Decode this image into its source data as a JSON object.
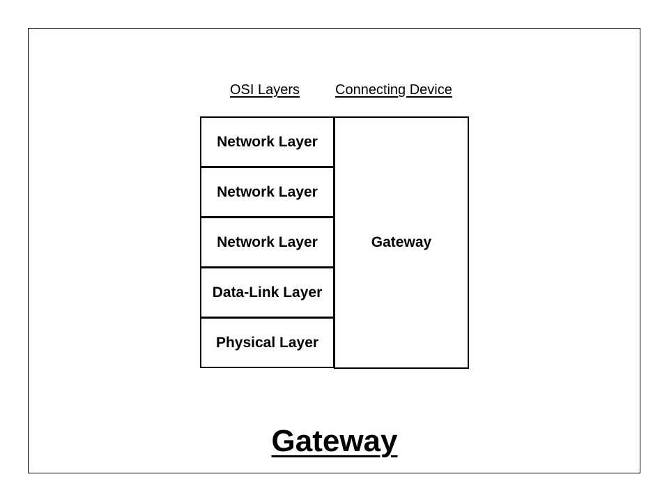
{
  "headers": {
    "osi": "OSI Layers",
    "device": "Connecting Device"
  },
  "layers": [
    "Network Layer",
    "Network Layer",
    "Network Layer",
    "Data-Link Layer",
    "Physical Layer"
  ],
  "device": "Gateway",
  "title": "Gateway"
}
